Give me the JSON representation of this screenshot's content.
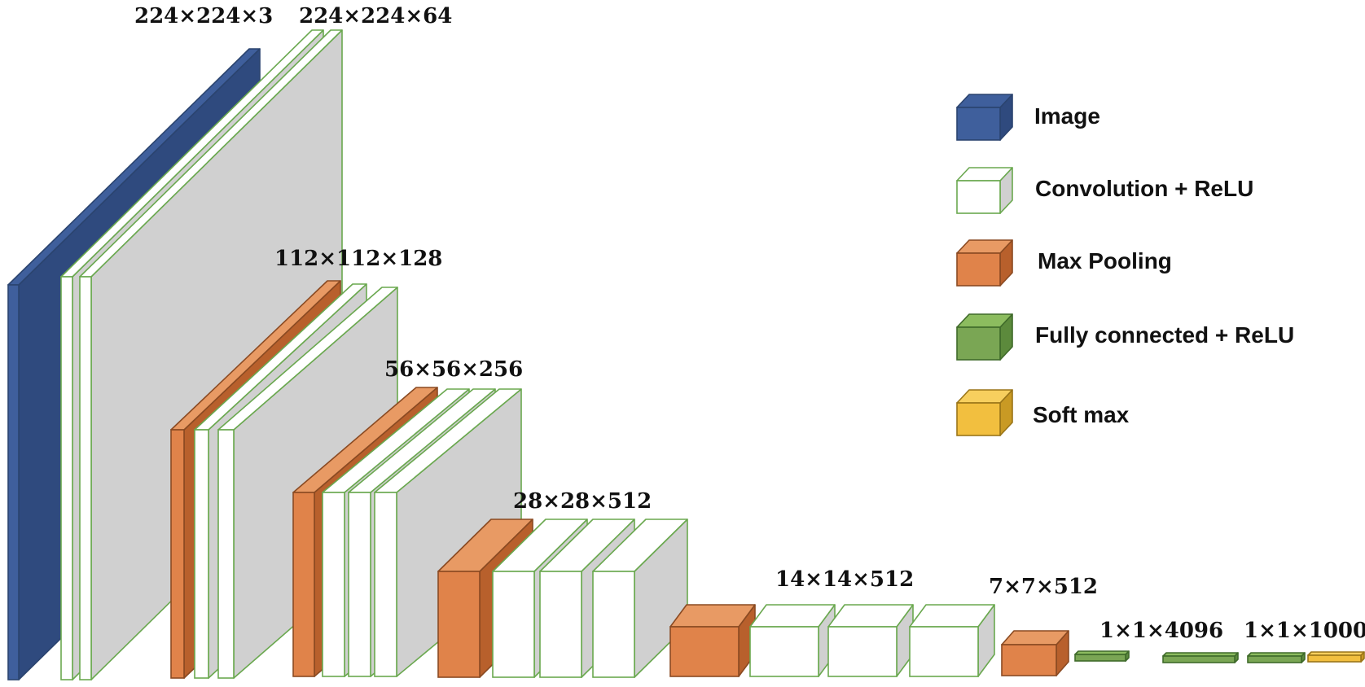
{
  "colors": {
    "image": {
      "front": "#3f5f9c",
      "top": "#3f5f9c",
      "side": "#2f4a7e",
      "stroke": "#2b446f"
    },
    "conv": {
      "front": "#ffffff",
      "top": "#ffffff",
      "side": "#d0d0d0",
      "stroke": "#6aa84f"
    },
    "pool": {
      "front": "#e0834a",
      "top": "#e89a64",
      "side": "#b8602c",
      "stroke": "#8a4a22"
    },
    "fc": {
      "front": "#7aa654",
      "top": "#8cbc5f",
      "side": "#5c8a3c",
      "stroke": "#3f6a2a"
    },
    "softmax": {
      "front": "#f2bf3f",
      "top": "#f7cf5e",
      "side": "#c99a24",
      "stroke": "#9a7518"
    }
  },
  "dimension_labels": [
    {
      "id": "input",
      "text": "224×224×3"
    },
    {
      "id": "block1",
      "text": "224×224×64"
    },
    {
      "id": "block2",
      "text": "112×112×128"
    },
    {
      "id": "block3",
      "text": "56×56×256"
    },
    {
      "id": "block4",
      "text": "28×28×512"
    },
    {
      "id": "block5",
      "text": "14×14×512"
    },
    {
      "id": "pool5",
      "text": "7×7×512"
    },
    {
      "id": "fc",
      "text": "1×1×4096"
    },
    {
      "id": "softmax",
      "text": "1×1×1000"
    }
  ],
  "legend": [
    {
      "type": "image",
      "label": "Image"
    },
    {
      "type": "conv",
      "label": "Convolution + ReLU"
    },
    {
      "type": "pool",
      "label": "Max Pooling"
    },
    {
      "type": "fc",
      "label": "Fully connected + ReLU"
    },
    {
      "type": "softmax",
      "label": "Soft max"
    }
  ]
}
